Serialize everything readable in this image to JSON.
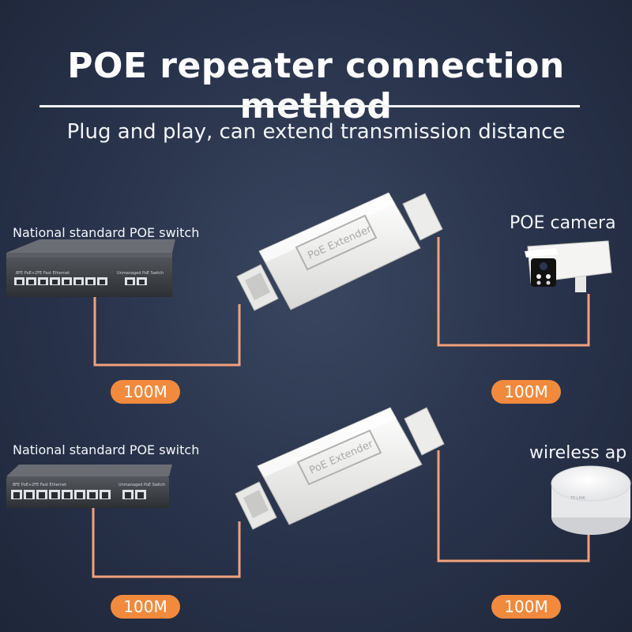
{
  "header": {
    "title": "POE repeater connection method",
    "subtitle": "Plug and play, can extend transmission distance"
  },
  "top_row": {
    "switch_label": "National standard POE switch",
    "device_label": "POE camera",
    "left_speed": "100M",
    "right_speed": "100M",
    "extender_text": "PoE Extender",
    "switch_brand": "8FE PoE+2FE Fast Ethernet",
    "switch_model": "Unmanaged PoE Switch"
  },
  "bottom_row": {
    "switch_label": "National standard POE switch",
    "device_label": "wireless ap",
    "left_speed": "100M",
    "right_speed": "100M",
    "extender_text": "PoE Extender",
    "switch_brand": "8FE PoE+2FE Fast Ethernet",
    "switch_model": "Unmanaged PoE Switch",
    "ap_logo": "TP-LINK"
  },
  "colors": {
    "cable": "#f2a07a",
    "pill": "#f28a3d",
    "device_white": "#f4f4f2",
    "switch_body": "#3c3f44"
  },
  "icons": [
    "poe-switch-icon",
    "poe-extender-icon",
    "poe-camera-icon",
    "wireless-ap-icon"
  ]
}
